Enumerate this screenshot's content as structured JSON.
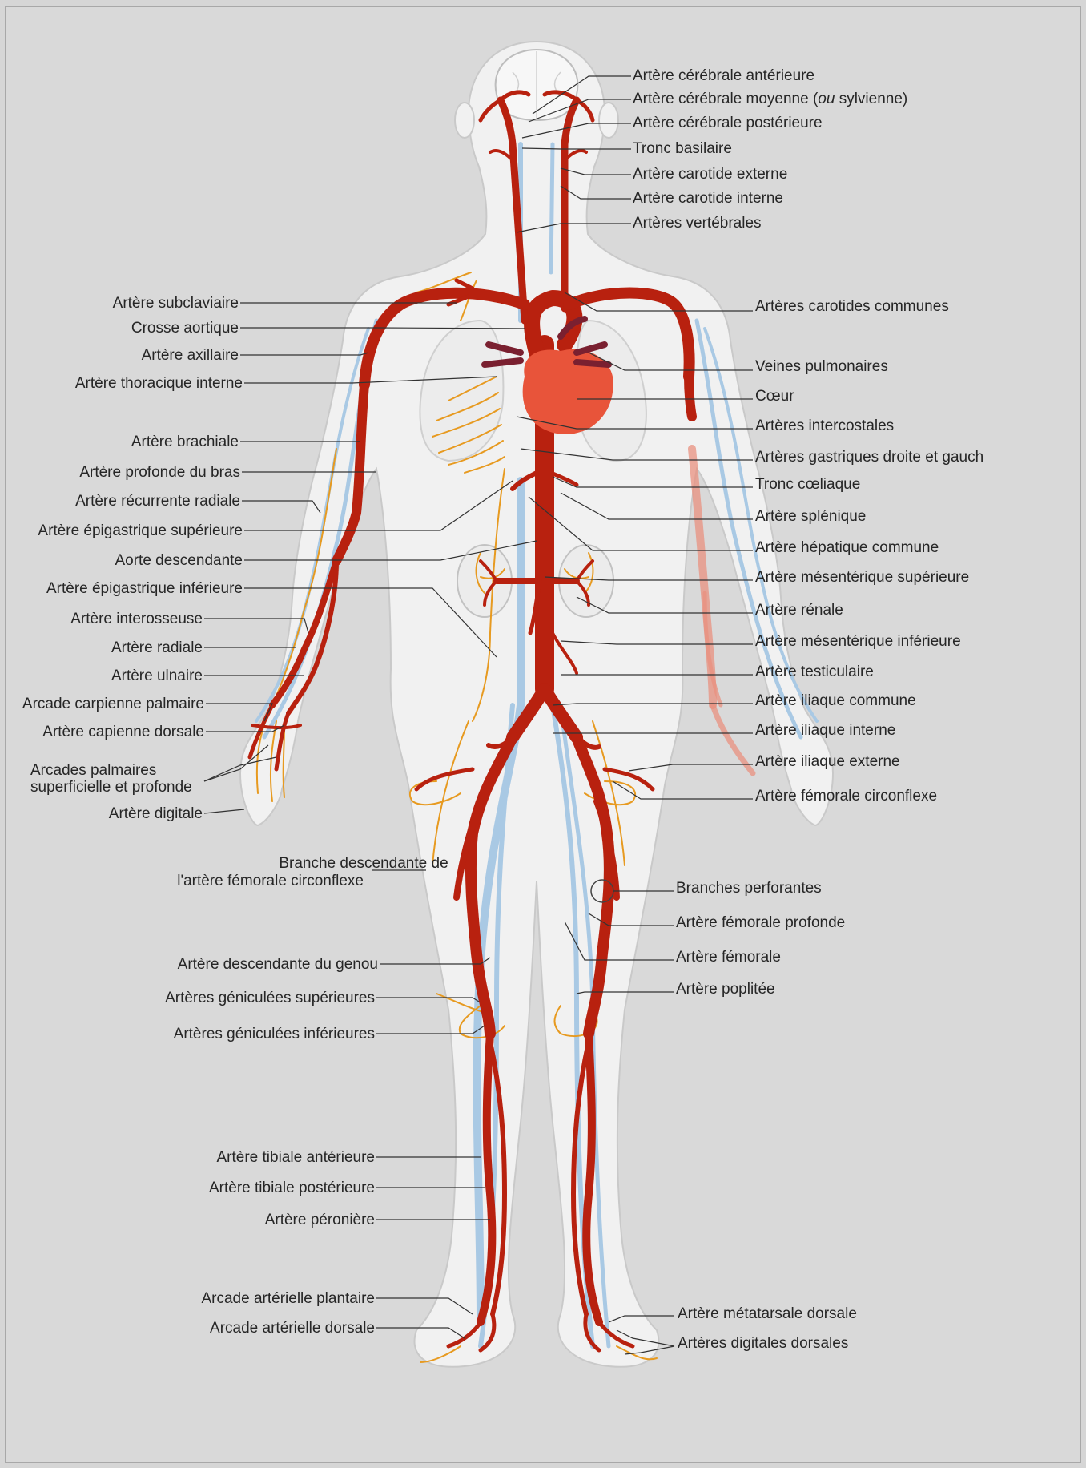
{
  "labels": {
    "cerebrale_anterieure": "Artère cérébrale antérieure",
    "cerebrale_moyenne": "Artère cérébrale moyenne (",
    "cerebrale_moyenne_ou": "ou",
    "cerebrale_moyenne_end": " sylvienne)",
    "cerebrale_posterieure": "Artère cérébrale postérieure",
    "tronc_basilaire": "Tronc basilaire",
    "carotide_externe": "Artère carotide externe",
    "carotide_interne": "Artère carotide interne",
    "vertebrales": "Artères vertébrales",
    "carotides_communes": "Artères carotides communes",
    "veines_pulmonaires": "Veines pulmonaires",
    "coeur": "Cœur",
    "intercostales": "Artères intercostales",
    "gastriques": "Artères gastriques droite et gauch",
    "tronc_coeliaque": "Tronc cœliaque",
    "splenique": "Artère splénique",
    "hepatique_commune": "Artère hépatique commune",
    "mesenterique_superieure": "Artère mésentérique supérieure",
    "renale": "Artère rénale",
    "mesenterique_inferieure": "Artère mésentérique inférieure",
    "testiculaire": "Artère testiculaire",
    "iliaque_commune": "Artère iliaque commune",
    "iliaque_interne": "Artère iliaque interne",
    "iliaque_externe": "Artère iliaque externe",
    "femorale_circonflexe": "Artère fémorale circonflexe",
    "subclaviaire": "Artère subclaviaire",
    "crosse_aortique": "Crosse aortique",
    "axillaire": "Artère axillaire",
    "thoracique_interne": "Artère thoracique interne",
    "brachiale": "Artère brachiale",
    "profonde_bras": "Artère profonde du bras",
    "recurrente_radiale": "Artère récurrente radiale",
    "epigastrique_superieure": "Artère épigastrique supérieure",
    "aorte_descendante": "Aorte descendante",
    "epigastrique_inferieure": "Artère épigastrique inférieure",
    "interosseuse": "Artère interosseuse",
    "radiale": "Artère radiale",
    "ulnaire": "Artère ulnaire",
    "carpienne_palmaire": "Arcade carpienne palmaire",
    "capienne_dorsale": "Artère capienne dorsale",
    "arcades_palmaires_1": "Arcades palmaires",
    "arcades_palmaires_2": "superficielle et profonde",
    "digitale": "Artère digitale",
    "branche_desc_1": "Branche descendante de",
    "branche_desc_2": "l'artère fémorale circonflexe",
    "branches_perforantes": "Branches perforantes",
    "femorale_profonde": "Artère fémorale profonde",
    "femorale": "Artère fémorale",
    "poplitee": "Artère poplitée",
    "descendante_genou": "Artère descendante du genou",
    "geniculees_superieures": "Artères géniculées supérieures",
    "geniculees_inferieures": "Artères géniculées inférieures",
    "tibiale_anterieure": "Artère tibiale antérieure",
    "tibiale_posterieure": "Artère tibiale postérieure",
    "peroniere": "Artère péronière",
    "arcade_plantaire": "Arcade artérielle plantaire",
    "arcade_dorsale": "Arcade artérielle dorsale",
    "metatarsale_dorsale": "Artère métatarsale dorsale",
    "digitales_dorsales": "Artères digitales dorsales"
  },
  "colors": {
    "background": "#d9d9d9",
    "body_fill": "#f1f1f1",
    "artery": "#b8210f",
    "heart": "#e8543a",
    "vein": "#a9c9e4",
    "nerve": "#e79a20",
    "leader": "#333333"
  }
}
